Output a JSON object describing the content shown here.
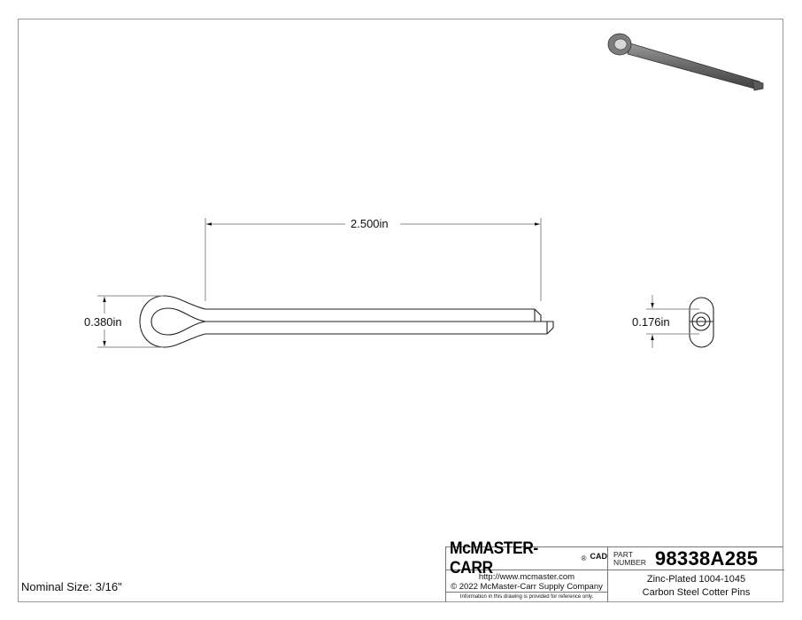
{
  "drawing": {
    "views": {
      "front": {
        "length_dimension": "2.500in",
        "head_height_dimension": "0.380in"
      },
      "end": {
        "diameter_dimension": "0.176in"
      },
      "isometric": {
        "label": "3D view of cotter pin"
      }
    },
    "nominal_size": "Nominal Size: 3/16\""
  },
  "title_block": {
    "logo": {
      "text": "McMASTER-CARR",
      "registered": "®",
      "cad": "CAD"
    },
    "url": "http://www.mcmaster.com",
    "copyright": "© 2022 McMaster-Carr Supply Company",
    "disclaimer": "Information in this drawing is provided for reference only.",
    "part_label_1": "PART",
    "part_label_2": "NUMBER",
    "part_number": "98338A285",
    "description_line_1": "Zinc-Plated 1004-1045",
    "description_line_2": "Carbon Steel Cotter Pins"
  },
  "colors": {
    "line": "#222222",
    "dimension": "#888888",
    "border": "#9a9a9a"
  }
}
